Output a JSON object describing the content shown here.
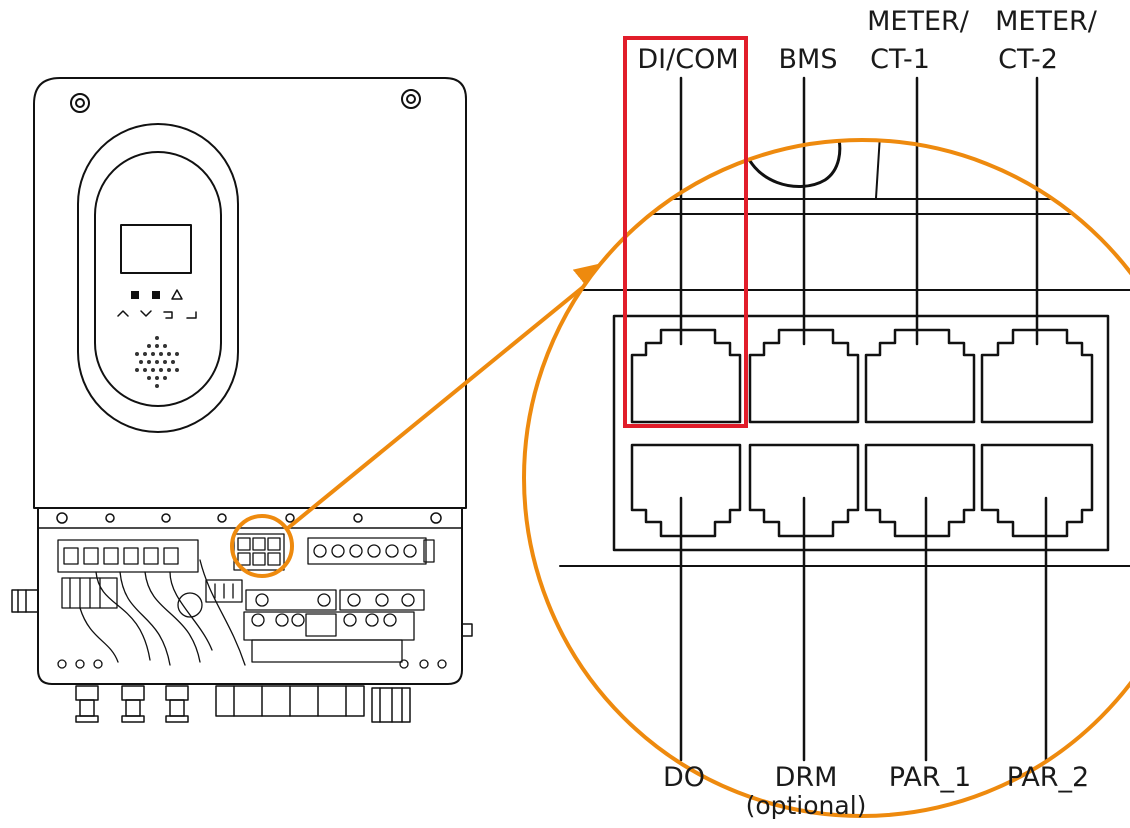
{
  "labels": {
    "top": {
      "di_com": "DI/COM",
      "bms": "BMS",
      "meter1_line1": "METER/",
      "meter1_line2": "CT-1",
      "meter2_line1": "METER/",
      "meter2_line2": "CT-2"
    },
    "bottom": {
      "do": "DO",
      "drm_line1": "DRM",
      "drm_line2": "(optional)",
      "par1": "PAR_1",
      "par2": "PAR_2"
    }
  },
  "colors": {
    "callout": "#ee8a0e",
    "highlight": "#e11d2a",
    "line": "#111111"
  },
  "highlighted_port": "DI/COM"
}
